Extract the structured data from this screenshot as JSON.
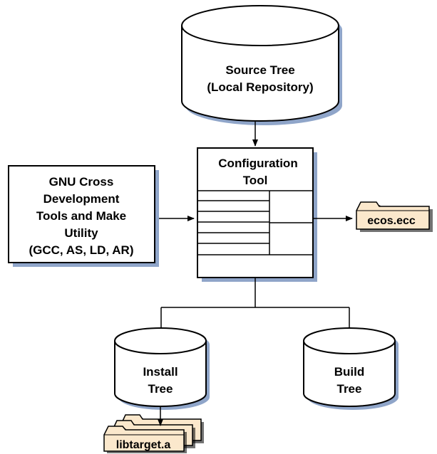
{
  "colors": {
    "stroke": "#000000",
    "shadow": "#8fa5c9",
    "file_fill": "#fbe8cc",
    "background": "#ffffff"
  },
  "source_tree": {
    "line1": "Source Tree",
    "line2": "(Local Repository)"
  },
  "config_tool": {
    "line1": "Configuration",
    "line2": "Tool"
  },
  "gnu_tools": {
    "line1": "GNU Cross",
    "line2": "Development",
    "line3": "Tools and Make",
    "line4": "Utility",
    "line5": "(GCC, AS, LD, AR)"
  },
  "ecos_file": {
    "label": "ecos.ecc"
  },
  "install_tree": {
    "line1": "Install",
    "line2": "Tree"
  },
  "build_tree": {
    "line1": "Build",
    "line2": "Tree"
  },
  "lib_file": {
    "label": "libtarget.a"
  }
}
